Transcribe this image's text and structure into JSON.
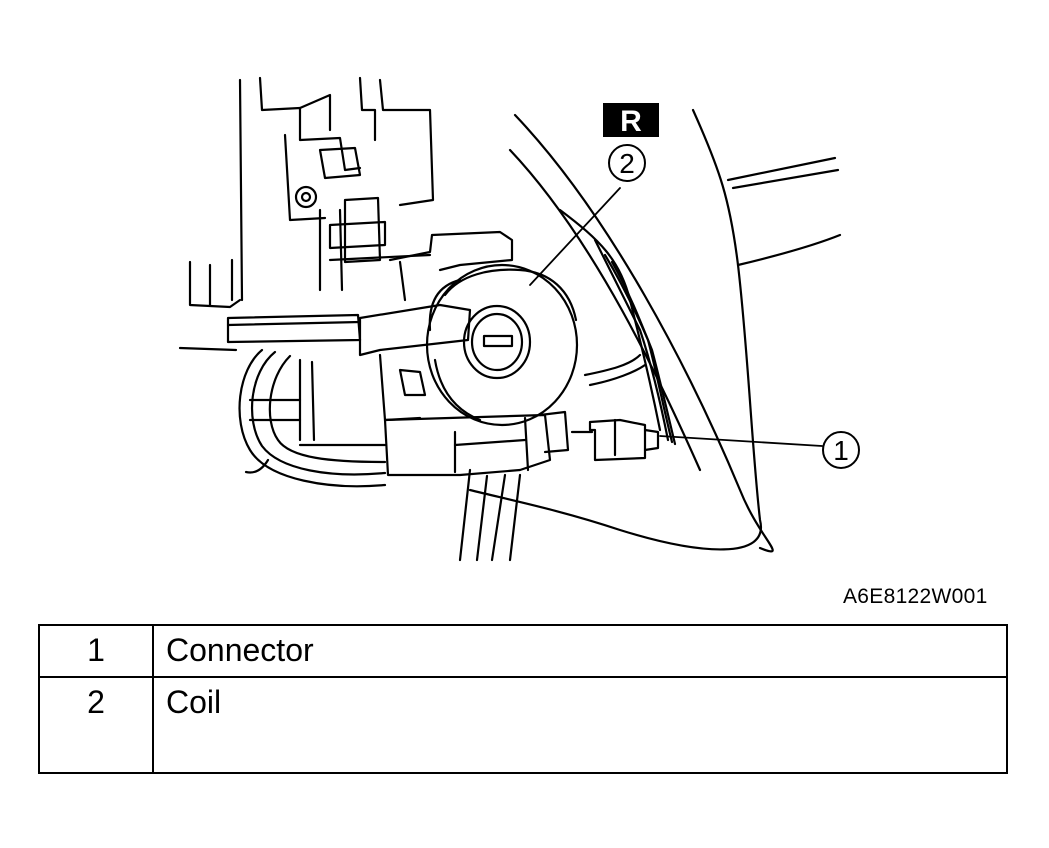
{
  "figure": {
    "badge": "R",
    "callouts": [
      {
        "id": "1",
        "label": "1"
      },
      {
        "id": "2",
        "label": "2"
      }
    ],
    "code": "A6E8122W001"
  },
  "legend": [
    {
      "num": "1",
      "label": "Connector"
    },
    {
      "num": "2",
      "label": "Coil"
    }
  ]
}
